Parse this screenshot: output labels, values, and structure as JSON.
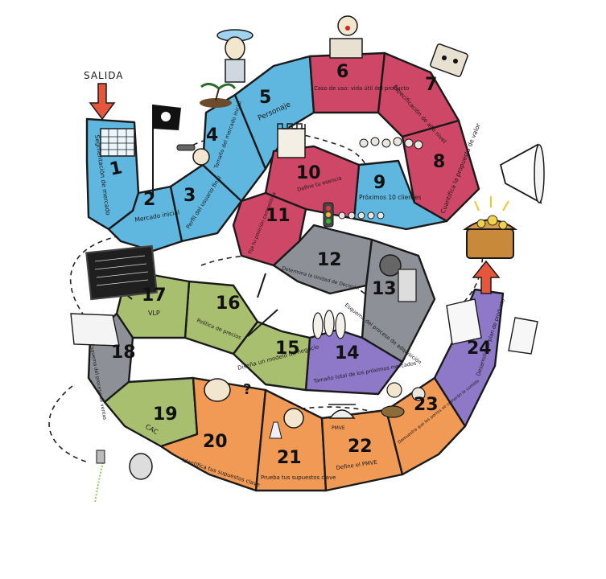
{
  "start_label": "SALIDA",
  "colors": {
    "blue": "#5fb7e0",
    "red": "#cf4766",
    "gray": "#8e9097",
    "purple": "#8e79c9",
    "green": "#a9bf70",
    "orange": "#f19a55",
    "arrow": "#e4573d"
  },
  "steps": [
    {
      "n": "1",
      "label": "Segmentación de mercado"
    },
    {
      "n": "2",
      "label": "Mercado inicial"
    },
    {
      "n": "3",
      "label": "Perfil del usuario final"
    },
    {
      "n": "4",
      "label": "Tamaño del mercado inicial"
    },
    {
      "n": "5",
      "label": "Personaje"
    },
    {
      "n": "6",
      "label": "Caso de uso: vida útil del producto"
    },
    {
      "n": "7",
      "label": "Especificación de alto nivel"
    },
    {
      "n": "8",
      "label": "Cuantifica la propuesta de valor"
    },
    {
      "n": "9",
      "label": "Próximos 10 clientes"
    },
    {
      "n": "10",
      "label": "Define tu esencia"
    },
    {
      "n": "11",
      "label": "Fija tu posición competitiva"
    },
    {
      "n": "12",
      "label": "Determina la Unidad de Decisión"
    },
    {
      "n": "13",
      "label": "Esquema del proceso de adquisición"
    },
    {
      "n": "14",
      "label": "Tamaño total de los próximos mercados"
    },
    {
      "n": "15",
      "label": "Diseña un modelo de negocio"
    },
    {
      "n": "16",
      "label": "Política de precios"
    },
    {
      "n": "17",
      "label": "VLP"
    },
    {
      "n": "18",
      "label": "Esquema del proceso de ventas"
    },
    {
      "n": "19",
      "label": "CAC"
    },
    {
      "n": "20",
      "label": "Identifica tus supuestos clave"
    },
    {
      "n": "21",
      "label": "Prueba tus supuestos clave"
    },
    {
      "n": "22",
      "label": "Define el PMVE"
    },
    {
      "n": "23",
      "label": "Demuestra que los perros se comerán la comida"
    },
    {
      "n": "24",
      "label": "Desarrolla un plan de producto"
    }
  ],
  "icons": [
    "calendar-icon",
    "pirate-flag-icon",
    "explorer-icon",
    "island-icon",
    "tourist-icon",
    "jack-in-box-icon",
    "robot-icon",
    "megaphone-icon",
    "crowd-icon",
    "castle-icon",
    "traffic-light-icon",
    "chess-piece-icon",
    "camera-icon",
    "bowling-pins-icon",
    "tools-icon",
    "magnifier-icon",
    "blackboard-icon",
    "map-icon",
    "spray-robot-icon",
    "scientist-icon",
    "helicopter-hat-icon",
    "dog-bowl-icon",
    "treasure-chest-icon",
    "blueprint-icon"
  ]
}
